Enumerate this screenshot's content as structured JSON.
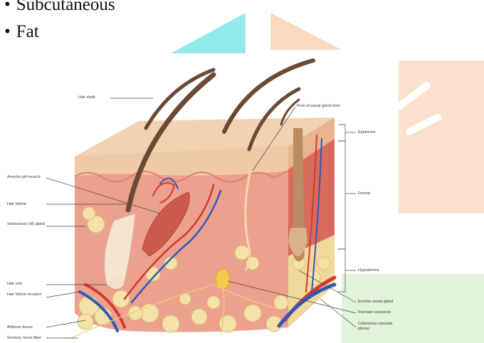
{
  "bullets": [
    "Subcutaneous",
    "Fat"
  ],
  "diagram": {
    "labels_left": {
      "hair_shaft": "Hair shaft",
      "arrector_pili": "Arrector pili muscle",
      "hair_follicle": "Hair follicle",
      "sebaceous_gland": "Sebaceous (oil) gland",
      "hair_root": "Hair root",
      "hair_follicle_receptor": "Hair follicle receptor",
      "adipose_tissue": "Adipose tissue",
      "sensory_nerve_fiber": "Sensory nerve fiber"
    },
    "labels_right": {
      "pore": "Pore of sweat gland duct",
      "epidermis": "Epidermis",
      "dermis": "Dermis",
      "hypodermis": "Hypodermis",
      "eccrine": "Eccrine sweat gland",
      "pacinian": "Pacinian corpuscle",
      "cutaneous_plexus": "Cutaneous vascular plexus"
    }
  },
  "colors": {
    "watermark_teal": "#7fe6e6",
    "watermark_orange": "#f8c9a4",
    "watermark_green": "#d9f0d0",
    "epidermis": "#f0c9a8",
    "dermis": "#eca08e",
    "dermis_side": "#d86b5c",
    "fat": "#f5e2a8",
    "hair": "#6b4a35",
    "artery": "#d43a2e",
    "vein": "#3656b8"
  }
}
